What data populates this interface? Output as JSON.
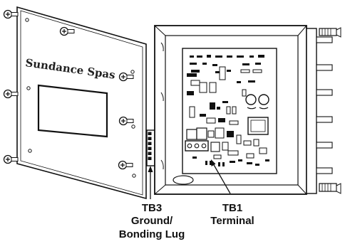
{
  "door": {
    "brand": "Sundance Spas"
  },
  "callouts": {
    "tb3": {
      "line1": "TB3",
      "line2": "Ground/",
      "line3": "Bonding Lug"
    },
    "tb1": {
      "line1": "TB1",
      "line2": "Terminal"
    }
  }
}
